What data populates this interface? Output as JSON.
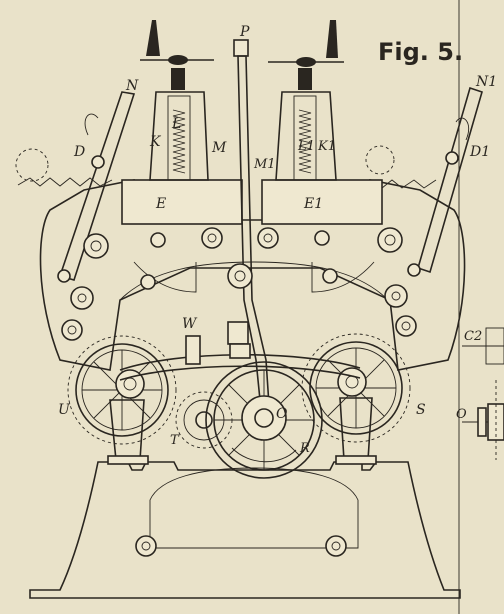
{
  "figure": {
    "label": "Fig. 5.",
    "part_letters": {
      "P": "P",
      "N": "N",
      "N1": "N1",
      "D": "D",
      "D1": "D1",
      "L": "L",
      "L1": "L1",
      "K": "K",
      "K1": "K1",
      "M": "M",
      "M1": "M1",
      "E": "E",
      "E1": "E1",
      "W": "W",
      "U": "U",
      "S": "S",
      "T": "T",
      "O": "O",
      "R": "R",
      "C2": "C2",
      "O_side": "O"
    }
  },
  "colors": {
    "paper": "#e9e2c9",
    "ink": "#2a2620"
  }
}
